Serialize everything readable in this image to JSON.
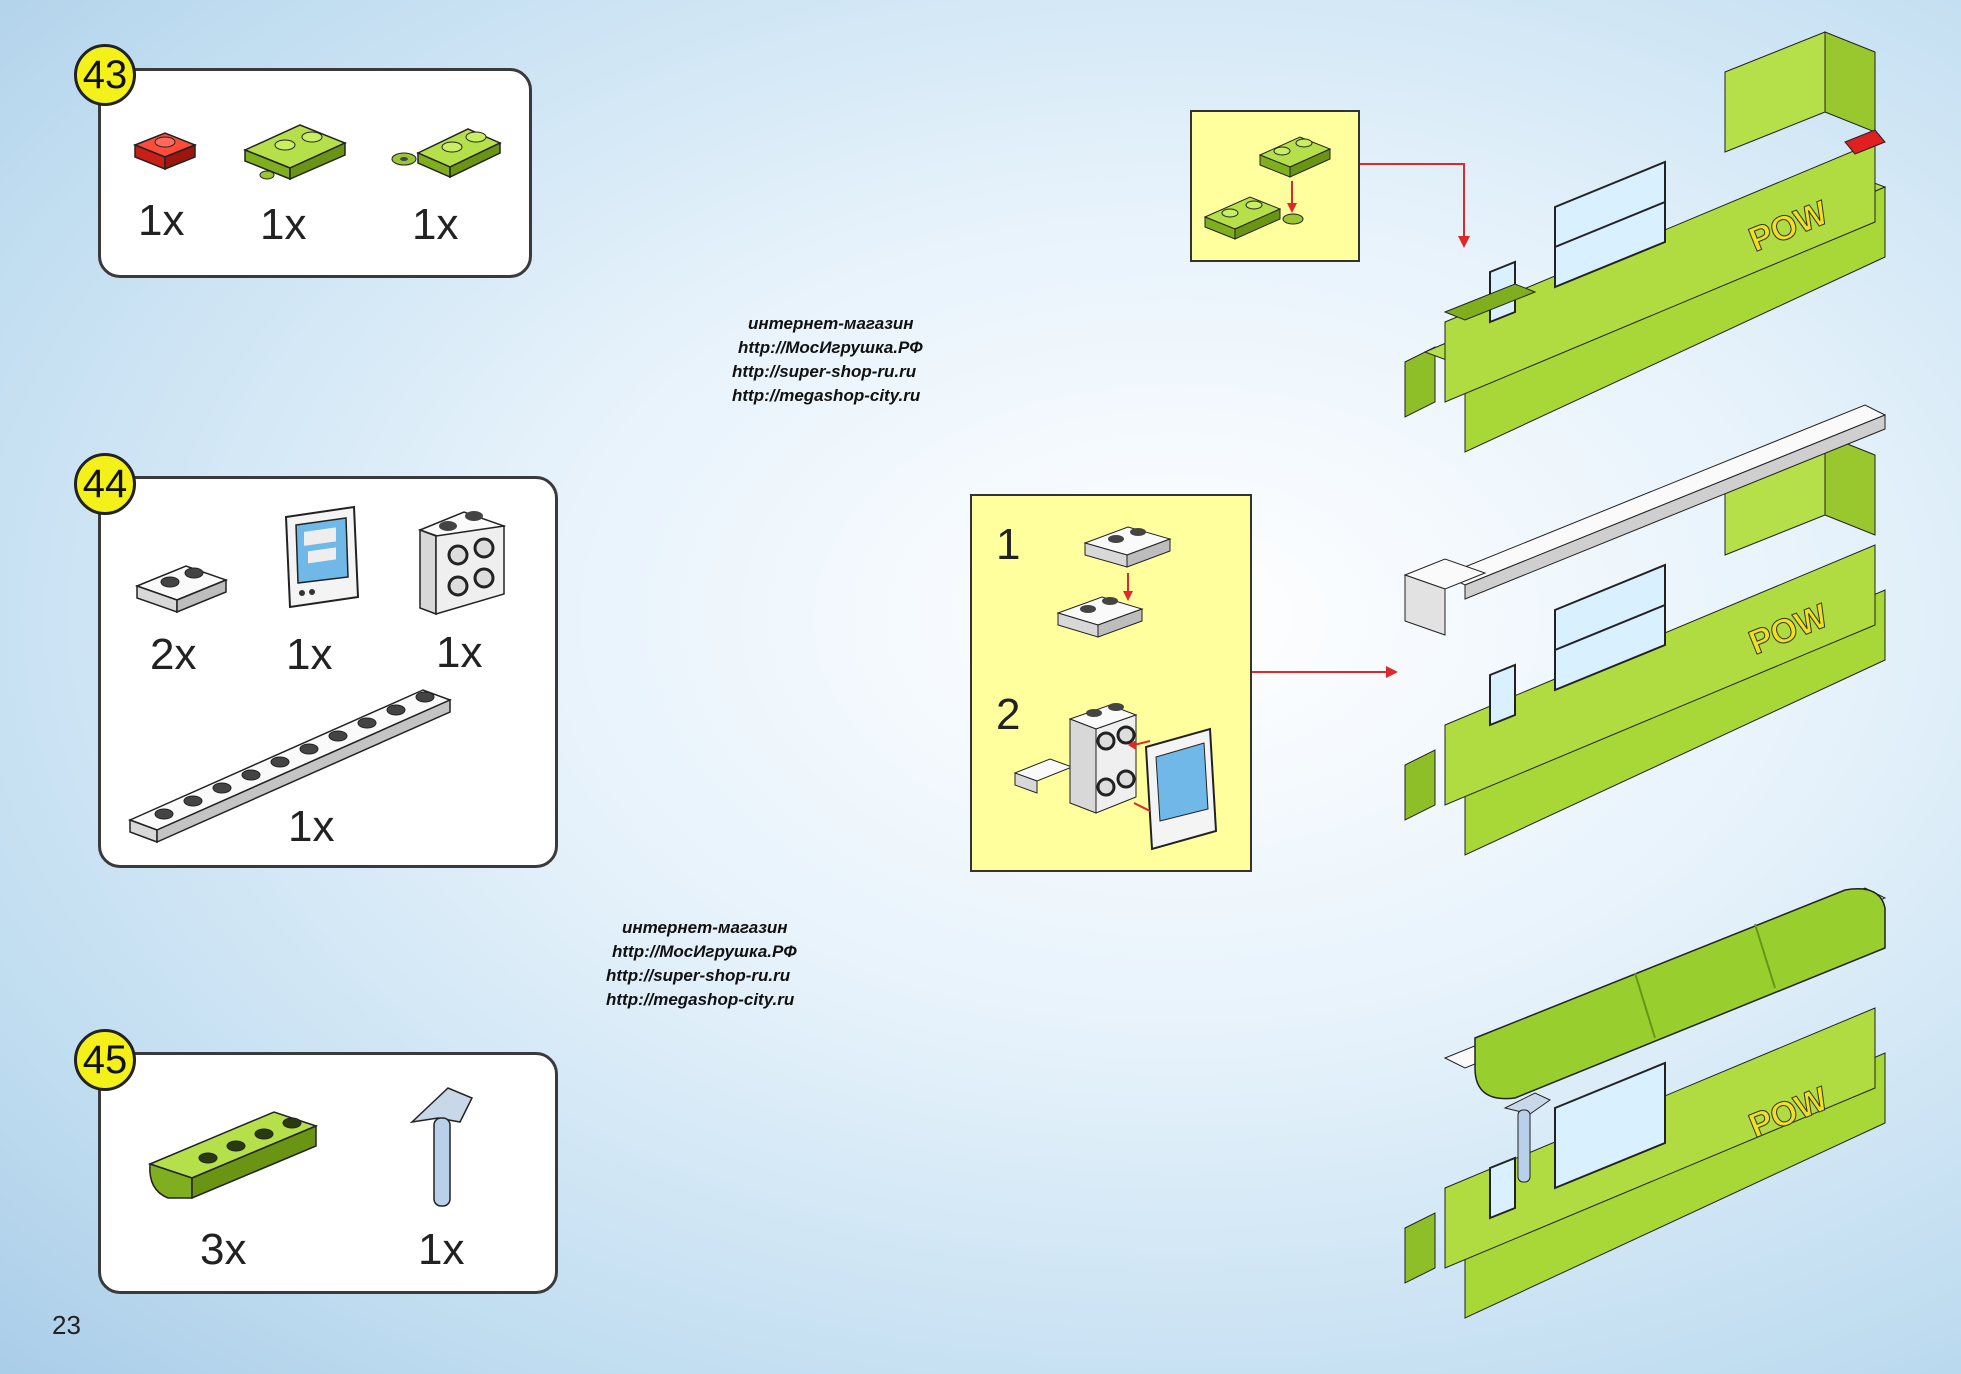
{
  "page_number": "23",
  "watermark_top": {
    "lines": [
      "интернет-магазин",
      "http://МосИгрушка.РФ",
      "http://super-shop-ru.ru",
      "http://megashop-city.ru"
    ]
  },
  "watermark_bottom": {
    "lines": [
      "интернет-магазин",
      "http://МосИгрушка.РФ",
      "http://super-shop-ru.ru",
      "http://megashop-city.ru"
    ]
  },
  "steps": [
    {
      "number": "43",
      "parts": [
        {
          "name": "red-1x1-plate",
          "qty": "1x"
        },
        {
          "name": "lime-1x2-plate-with-clip",
          "qty": "1x"
        },
        {
          "name": "lime-1x2-plate-with-ring",
          "qty": "1x"
        }
      ]
    },
    {
      "number": "44",
      "parts": [
        {
          "name": "white-1x2-plate",
          "qty": "2x"
        },
        {
          "name": "computer-screen-tile",
          "qty": "1x"
        },
        {
          "name": "white-bracket-2x2",
          "qty": "1x"
        },
        {
          "name": "white-1x10-plate",
          "qty": "1x"
        }
      ]
    },
    {
      "number": "45",
      "parts": [
        {
          "name": "lime-curved-slope-1x4",
          "qty": "3x"
        },
        {
          "name": "hammer-tool",
          "qty": "1x"
        }
      ]
    }
  ],
  "substeps": [
    "1",
    "2"
  ],
  "decal_text": "POW",
  "colors": {
    "badge": "#f3f01a",
    "lime": "#a8d838",
    "red": "#e02020",
    "subassembly_bg": "#ffff9e",
    "arrow": "#e02828"
  }
}
